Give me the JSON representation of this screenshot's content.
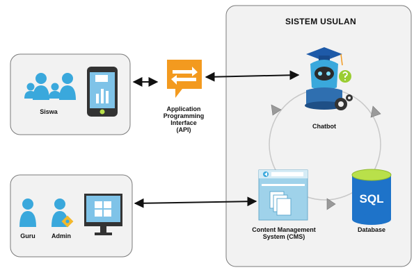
{
  "system_title": "SISTEM USULAN",
  "students": {
    "label": "Siswa"
  },
  "api": {
    "line1": "Application",
    "line2": "Programming",
    "line3": "Interface",
    "line4": "(API)"
  },
  "chatbot": {
    "label": "Chatbot"
  },
  "staff": {
    "guru_label": "Guru",
    "admin_label": "Admin"
  },
  "cms": {
    "line1": "Content Management",
    "line2": "System (CMS)"
  },
  "database": {
    "label": "Database",
    "icon_text": "SQL"
  },
  "colors": {
    "panel_bg": "#f2f2f2",
    "panel_border": "#7a7a7a",
    "person_blue": "#3aa8dc",
    "api_orange": "#f39a1f",
    "db_blue": "#1e73c9",
    "db_top_green": "#b9e04a",
    "cms_blue": "#9fd2ea",
    "screen_blue": "#7fc3e8"
  }
}
